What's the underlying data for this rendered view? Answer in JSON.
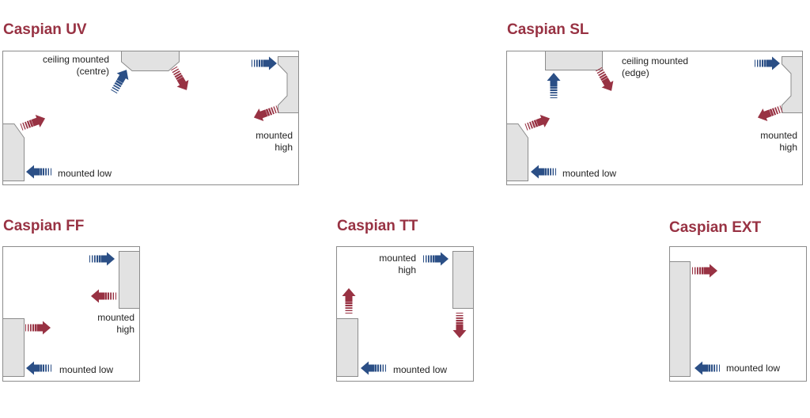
{
  "colors": {
    "title": "#983243",
    "cool_arrow": "#2b4f86",
    "warm_arrow": "#983243",
    "unit_fill": "#e2e2e2",
    "unit_stroke": "#8c8c8c",
    "room_border": "#8c8c8c",
    "label_text": "#222222"
  },
  "icons": {
    "cool_airflow": "striped-arrow-blue",
    "warm_airflow": "striped-arrow-red",
    "indoor_unit": "grey-unit-block"
  },
  "panels": {
    "uv": {
      "title": "Caspian UV",
      "labels": {
        "ceiling": [
          "ceiling mounted",
          "(centre)"
        ],
        "high": [
          "mounted",
          "high"
        ],
        "low": "mounted low"
      }
    },
    "sl": {
      "title": "Caspian SL",
      "labels": {
        "ceiling": [
          "ceiling mounted",
          "(edge)"
        ],
        "high": [
          "mounted",
          "high"
        ],
        "low": "mounted low"
      }
    },
    "ff": {
      "title": "Caspian FF",
      "labels": {
        "high": [
          "mounted",
          "high"
        ],
        "low": "mounted low"
      }
    },
    "tt": {
      "title": "Caspian TT",
      "labels": {
        "high": [
          "mounted",
          "high"
        ],
        "low": "mounted low"
      }
    },
    "ext": {
      "title": "Caspian EXT",
      "labels": {
        "low": "mounted low"
      }
    }
  }
}
